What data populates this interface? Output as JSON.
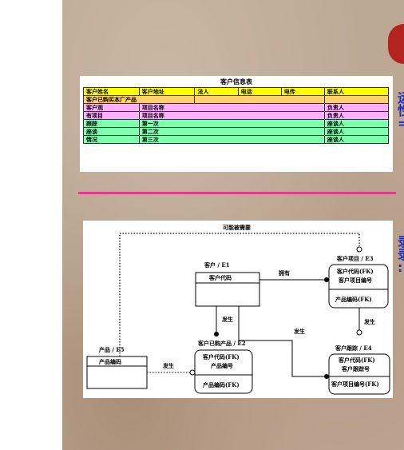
{
  "info_table": {
    "title": "客户信息表",
    "header": [
      "客户姓名",
      "客户地址",
      "法人",
      "电话",
      "电传",
      "联系人"
    ],
    "product_row": "客户已购买本厂产品",
    "rows": [
      {
        "label": "客户观",
        "item": "项目名称",
        "role": "负责人"
      },
      {
        "label": "有项目",
        "item": "项目名称",
        "role": "负责人"
      },
      {
        "label": "跟踪",
        "item": "第一次",
        "role": "座谈人"
      },
      {
        "label": "座谈",
        "item": "第二次",
        "role": "座谈人"
      },
      {
        "label": "情况",
        "item": "第三次",
        "role": "座谈人"
      }
    ],
    "colors": {
      "header": "#ffff00",
      "orange": "#ffd070",
      "pink": "#ffb0ff",
      "green": "#80ffb0"
    }
  },
  "erd": {
    "top_label": "可能被需要",
    "entities": {
      "customer": {
        "title": "客户 / E1",
        "key": "客户代码",
        "attrs": ""
      },
      "project": {
        "title": "客户项目 / E3",
        "key1": "客户代码(FK)",
        "key2": "客户项目编号",
        "attr": "产品编码(FK)"
      },
      "purchased": {
        "title": "客户已购产品 / E2",
        "key1": "客户代码(FK)",
        "key2": "产品编号",
        "attr": "产品编码(FK)"
      },
      "product": {
        "title": "产品 / E5",
        "key": "产品编码"
      },
      "tracking": {
        "title": "客户跟踪 / E4",
        "key1": "客户代码(FK)",
        "key2": "客户跟踪号",
        "attr": "客户项目编号(FK)"
      }
    },
    "rel_labels": {
      "own": "拥有",
      "occur1": "发生",
      "occur2": "发生",
      "occur3": "发生",
      "occur4": "发生"
    }
  }
}
